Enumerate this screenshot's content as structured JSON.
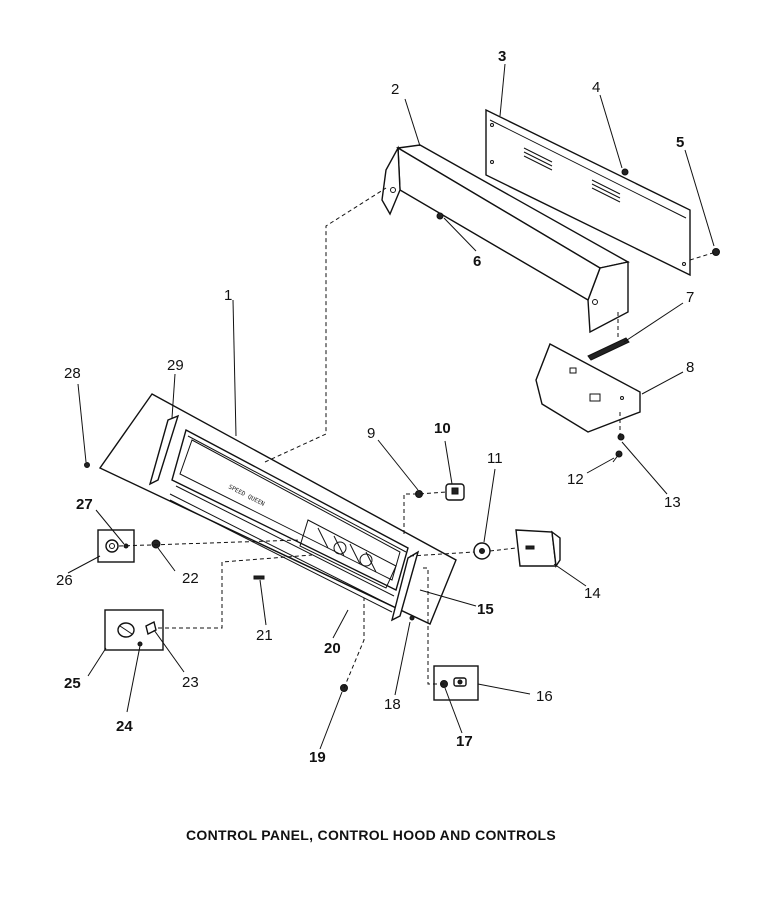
{
  "caption": "CONTROL PANEL, CONTROL HOOD AND CONTROLS",
  "panel_inscription": "SPEED QUEEN",
  "callouts": [
    {
      "id": "c1",
      "text": "1"
    },
    {
      "id": "c2",
      "text": "2"
    },
    {
      "id": "c3",
      "text": "3"
    },
    {
      "id": "c4",
      "text": "4"
    },
    {
      "id": "c5",
      "text": "5"
    },
    {
      "id": "c6",
      "text": "6"
    },
    {
      "id": "c7",
      "text": "7"
    },
    {
      "id": "c8",
      "text": "8"
    },
    {
      "id": "c9",
      "text": "9"
    },
    {
      "id": "c10",
      "text": "10"
    },
    {
      "id": "c11",
      "text": "11"
    },
    {
      "id": "c12",
      "text": "12"
    },
    {
      "id": "c13",
      "text": "13"
    },
    {
      "id": "c14",
      "text": "14"
    },
    {
      "id": "c15",
      "text": "15"
    },
    {
      "id": "c16",
      "text": "16"
    },
    {
      "id": "c17",
      "text": "17"
    },
    {
      "id": "c18",
      "text": "18"
    },
    {
      "id": "c19",
      "text": "19"
    },
    {
      "id": "c20",
      "text": "20"
    },
    {
      "id": "c21",
      "text": "21"
    },
    {
      "id": "c22",
      "text": "22"
    },
    {
      "id": "c23",
      "text": "23"
    },
    {
      "id": "c24",
      "text": "24"
    },
    {
      "id": "c25",
      "text": "25"
    },
    {
      "id": "c26",
      "text": "26"
    },
    {
      "id": "c27",
      "text": "27"
    },
    {
      "id": "c28",
      "text": "28"
    },
    {
      "id": "c29",
      "text": "29"
    }
  ]
}
